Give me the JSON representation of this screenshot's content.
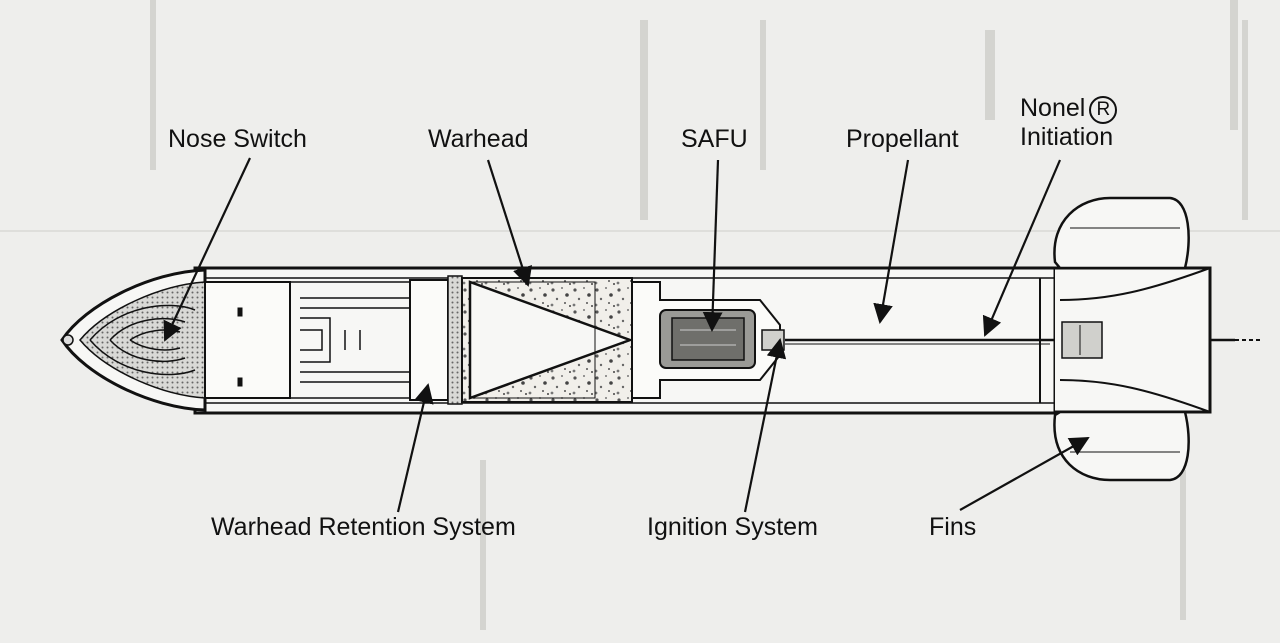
{
  "labels": {
    "nose_switch": "Nose Switch",
    "warhead": "Warhead",
    "safu": "SAFU",
    "propellant": "Propellant",
    "nonel": "Nonel",
    "nonel_mark": "R",
    "initiation": "Initiation",
    "warhead_retention_system": "Warhead Retention System",
    "ignition_system": "Ignition System",
    "fins": "Fins"
  },
  "colors": {
    "paper": "#eeeeec",
    "ink": "#111111",
    "fill_light": "#f7f7f5",
    "speckle": "#cfcac0"
  }
}
